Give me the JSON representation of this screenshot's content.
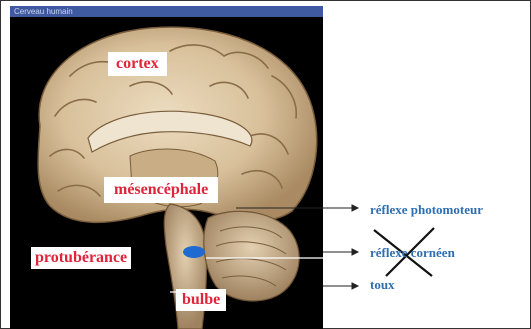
{
  "window": {
    "caption": "Cerveau humain"
  },
  "labels": {
    "cortex": "cortex",
    "mesencephale": "mésencéphale",
    "protuberance": "protubérance",
    "bulbe": "bulbe"
  },
  "reflexes": [
    {
      "text": "réflexe photomoteur",
      "crossed": false
    },
    {
      "text": "réflexe cornéen",
      "crossed": true
    },
    {
      "text": "toux",
      "crossed": false
    }
  ],
  "colors": {
    "label_text": "#e0243a",
    "reflex_text": "#2e6fb3",
    "photo_background": "#000000",
    "brain_tissue": "#d9c3a0",
    "marker": "#1e6ad0",
    "cross": "#111111"
  }
}
